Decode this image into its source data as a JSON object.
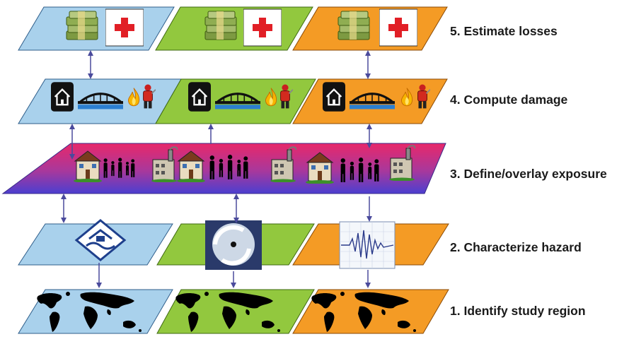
{
  "colors": {
    "blue_panel": "#a9d1ec",
    "green_panel": "#92c83e",
    "orange_panel": "#f49b25",
    "exposure_gradient_top": "#e8286a",
    "exposure_gradient_bottom": "#4b3fd0",
    "arrow": "#4a4a9c",
    "text": "#1a1a1a"
  },
  "steps": [
    {
      "label": "5. Estimate losses",
      "icons": [
        "money-stack-icon",
        "red-cross-icon"
      ]
    },
    {
      "label": "4. Compute damage",
      "icons": [
        "house-icon",
        "bridge-icon",
        "fire-icon",
        "firefighter-icon"
      ]
    },
    {
      "label": "3. Define/overlay exposure",
      "icons": [
        "building-icon",
        "people-icon",
        "factory-icon"
      ]
    },
    {
      "label": "2. Characterize hazard",
      "icons": [
        "flood-icon",
        "hurricane-icon",
        "seismogram-icon"
      ]
    },
    {
      "label": "1. Identify study region",
      "icons": [
        "world-map-icon"
      ]
    }
  ]
}
